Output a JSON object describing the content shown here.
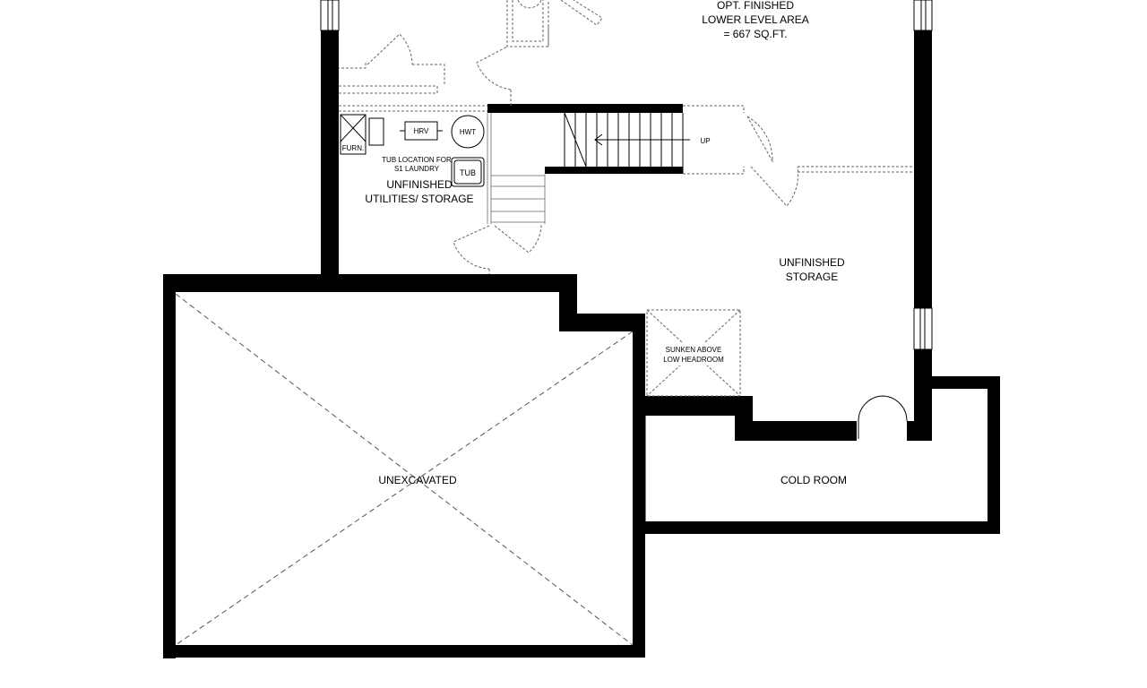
{
  "rooms": {
    "finished_area": [
      "OPT. FINISHED",
      "LOWER LEVEL AREA",
      "= 667 SQ.FT."
    ],
    "utilities": [
      "UNFINISHED",
      "UTILITIES/ STORAGE"
    ],
    "tub_note": [
      "TUB LOCATION FOR",
      "S1  LAUNDRY"
    ],
    "storage": [
      "UNFINISHED",
      "STORAGE"
    ],
    "sunken": [
      "SUNKEN ABOVE",
      "LOW HEADROOM"
    ],
    "unexcavated": "UNEXCAVATED",
    "cold_room": "COLD ROOM"
  },
  "fixtures": {
    "furnace": "FURN.",
    "hrv": "HRV",
    "hwt": "HWT",
    "tub": "TUB",
    "stair_direction": "UP"
  }
}
